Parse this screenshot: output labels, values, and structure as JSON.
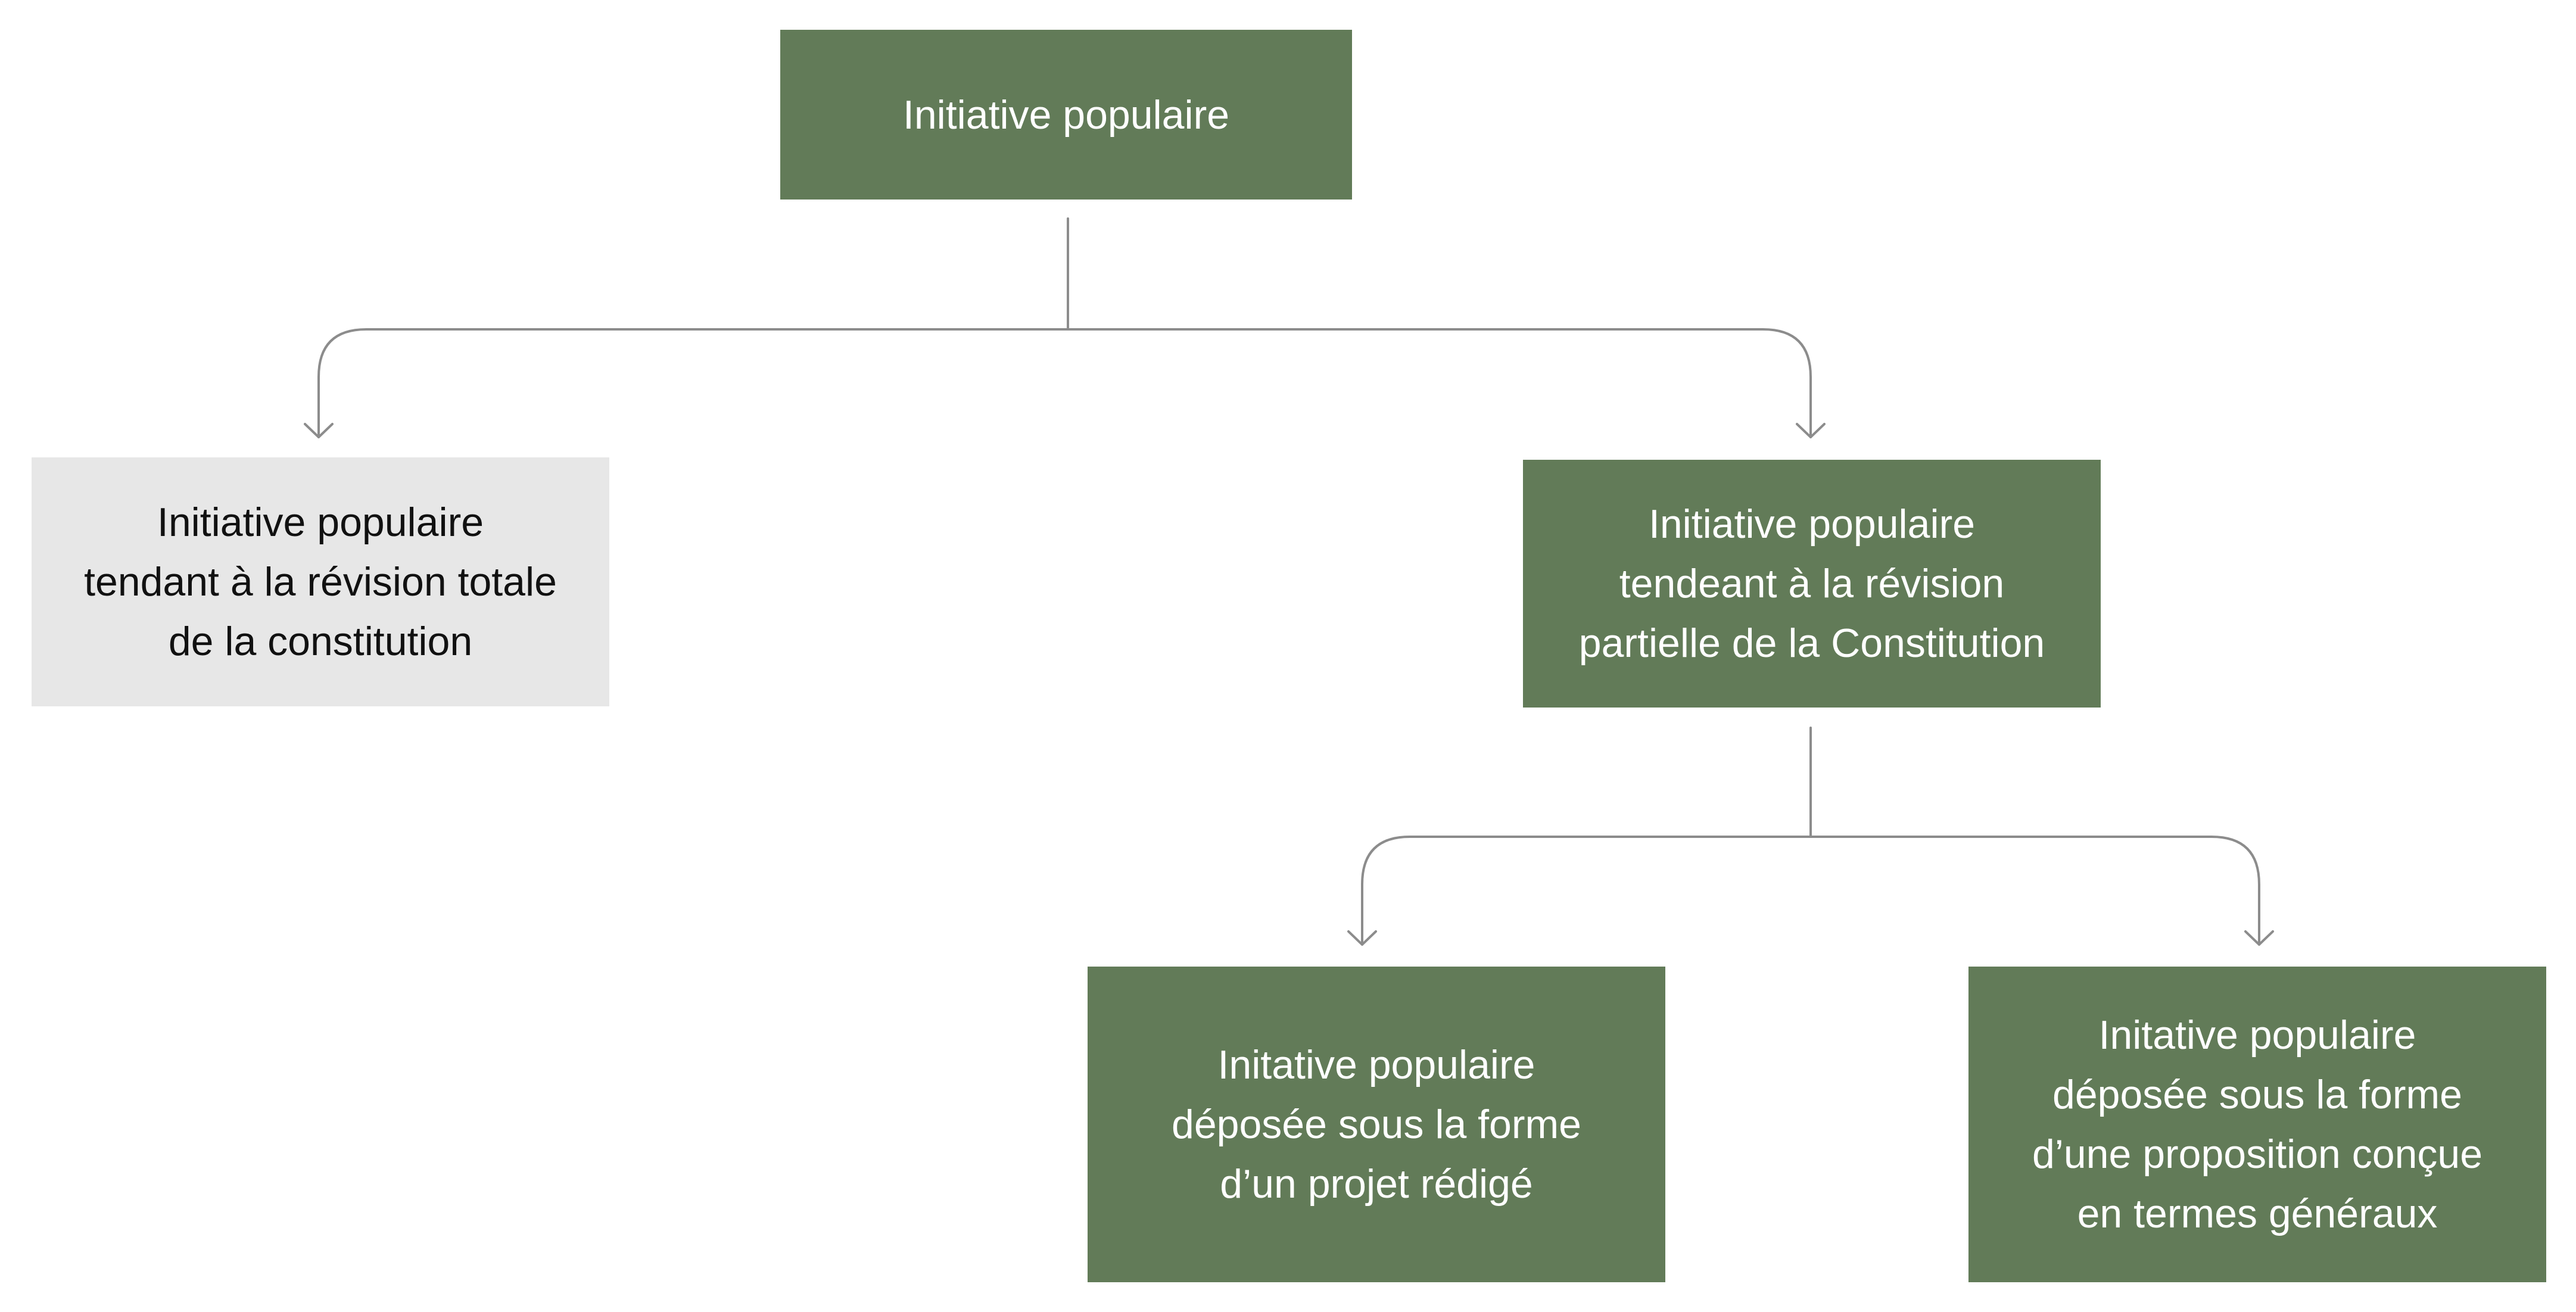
{
  "diagram": {
    "type": "org-chart",
    "colors": {
      "node_green": "#627b58",
      "node_gray": "#e7e7e7",
      "connector": "#8c8c8c"
    },
    "nodes": {
      "root": {
        "label": "Initiative populaire"
      },
      "total_revision": {
        "label": "Initiative populaire\ntendant à la révision totale\nde la constitution"
      },
      "partial_revision": {
        "label": "Initiative populaire\ntendeant à la révision\npartielle de la Constitution"
      },
      "drafted_project": {
        "label": "Initative populaire\ndéposée sous la forme\nd’un projet rédigé"
      },
      "general_proposal": {
        "label": "Initative populaire\ndéposée sous la forme\nd’une proposition conçue\nen termes généraux"
      }
    },
    "edges": [
      {
        "from": "root",
        "to": "total_revision"
      },
      {
        "from": "root",
        "to": "partial_revision"
      },
      {
        "from": "partial_revision",
        "to": "drafted_project"
      },
      {
        "from": "partial_revision",
        "to": "general_proposal"
      }
    ]
  }
}
